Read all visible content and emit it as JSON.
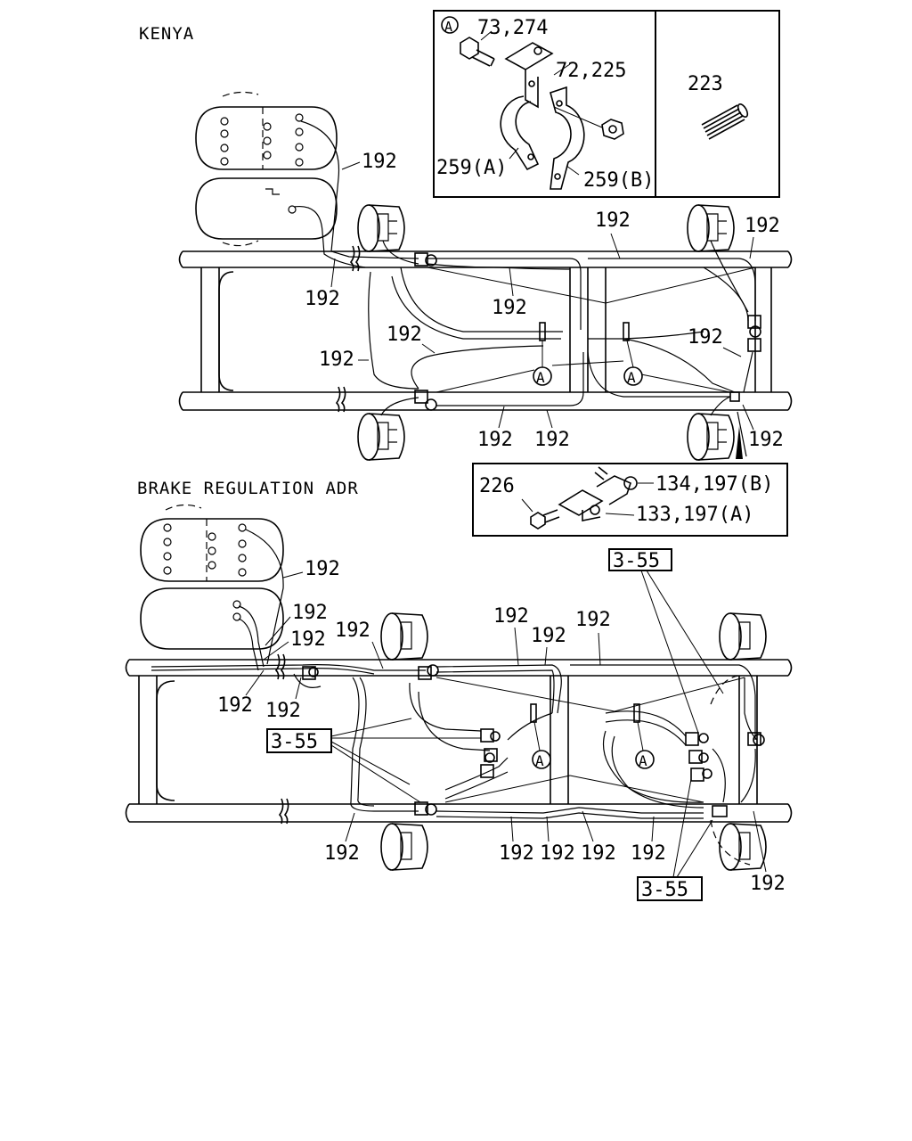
{
  "sections": {
    "kenya_title": "KENYA",
    "adr_title": "BRAKE REGULATION ADR"
  },
  "detail_a": {
    "marker": "A",
    "bolt_label": "73,274",
    "nut_label": "72,225",
    "clamp_a_label": "259(A)",
    "clamp_b_label": "259(B)",
    "spring_label": "223"
  },
  "detail_fitting": {
    "bolt_label": "226",
    "elbow_label": "134,197(B)",
    "tee_label": "133,197(A)"
  },
  "pipe_label": "192",
  "clip_marker": "A",
  "ref_label": "3-55"
}
